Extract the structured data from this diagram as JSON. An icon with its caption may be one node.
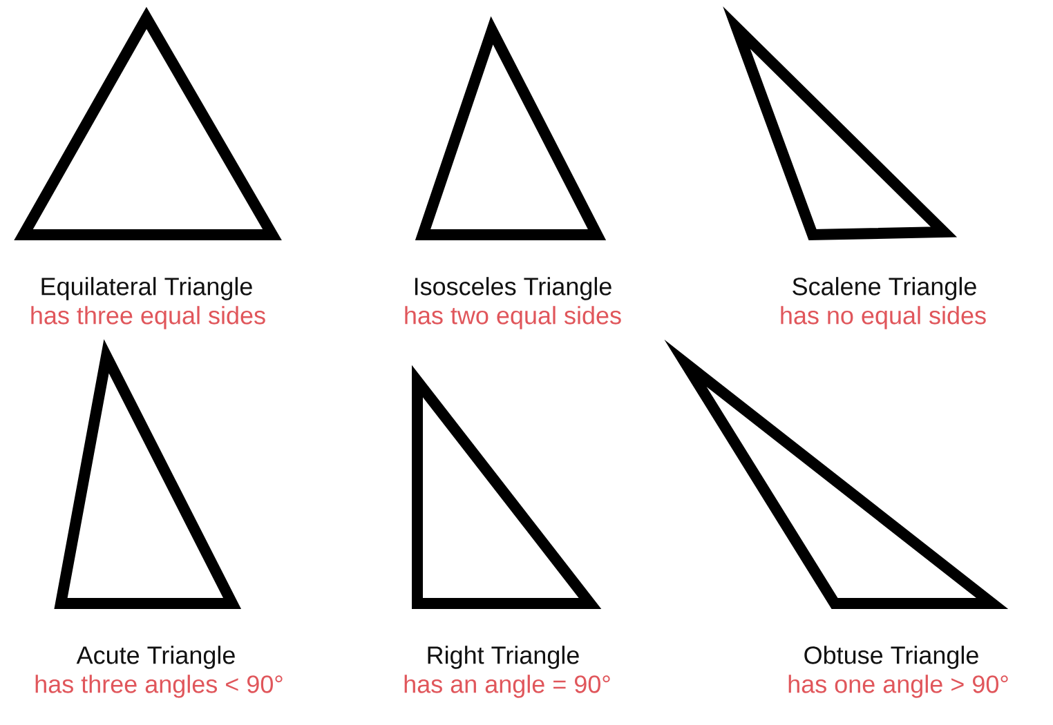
{
  "diagram": {
    "nodes": [
      {
        "text": [],
        "shape": "triangle",
        "beside": [
          "Equilateral Triangle",
          "has three equal sides"
        ]
      },
      {
        "text": [],
        "shape": "triangle",
        "beside": [
          "Isosceles Triangle",
          "has two equal sides"
        ]
      },
      {
        "text": [],
        "shape": "triangle",
        "beside": [
          "Scalene Triangle",
          "has no equal sides"
        ]
      },
      {
        "text": [],
        "shape": "triangle",
        "beside": [
          "Acute Triangle",
          "has three angles < 90°"
        ]
      },
      {
        "text": [],
        "shape": "triangle",
        "beside": [
          "Right Triangle",
          "has an angle = 90°"
        ]
      },
      {
        "text": [],
        "shape": "triangle",
        "beside": [
          "Obtuse Triangle",
          "has one angle > 90°"
        ]
      }
    ]
  }
}
